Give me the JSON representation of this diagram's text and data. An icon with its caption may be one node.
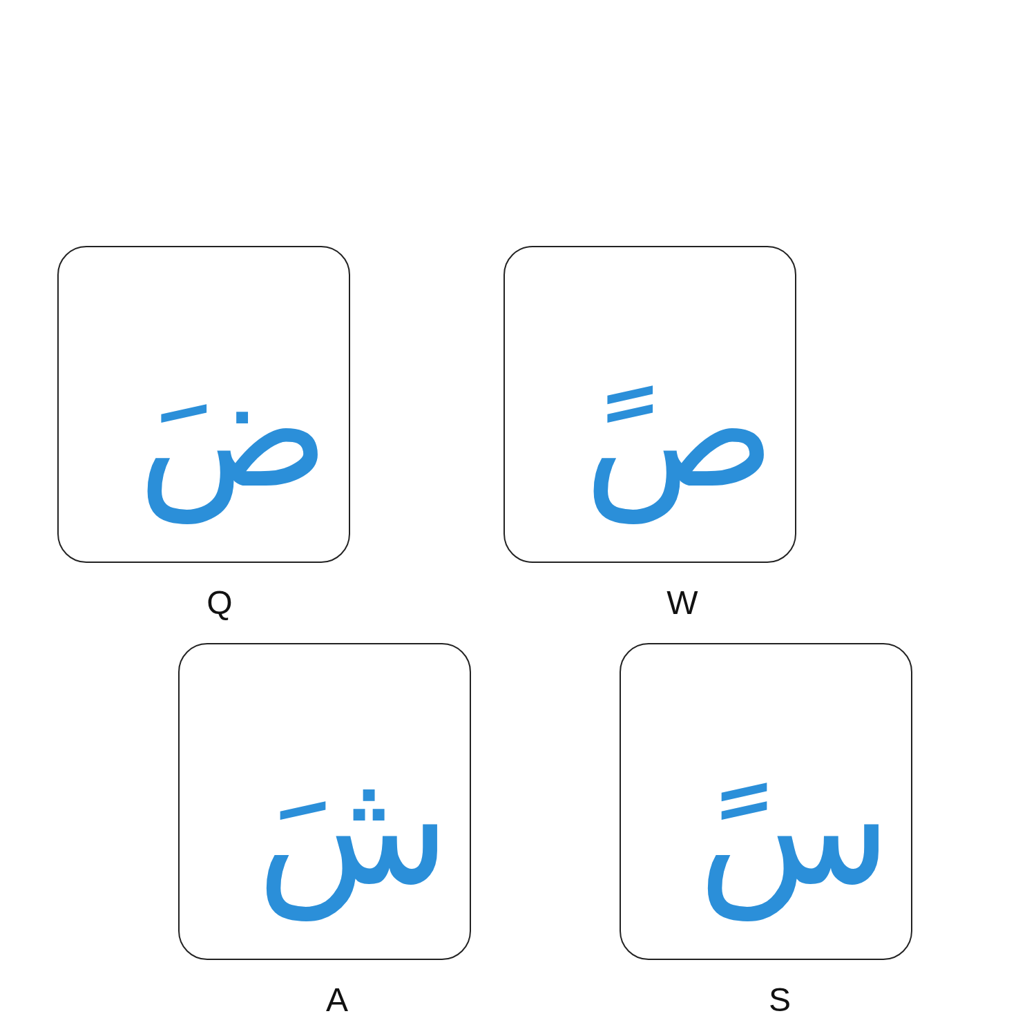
{
  "diagram": {
    "nodes": [
      {
        "text": [
          "ضَ"
        ],
        "beside": [
          "Q"
        ]
      },
      {
        "text": [
          "صً"
        ],
        "beside": [
          "W"
        ]
      },
      {
        "text": [
          "شَ"
        ],
        "beside": [
          "A"
        ]
      },
      {
        "text": [
          "سً"
        ],
        "beside": [
          "S"
        ]
      }
    ]
  }
}
